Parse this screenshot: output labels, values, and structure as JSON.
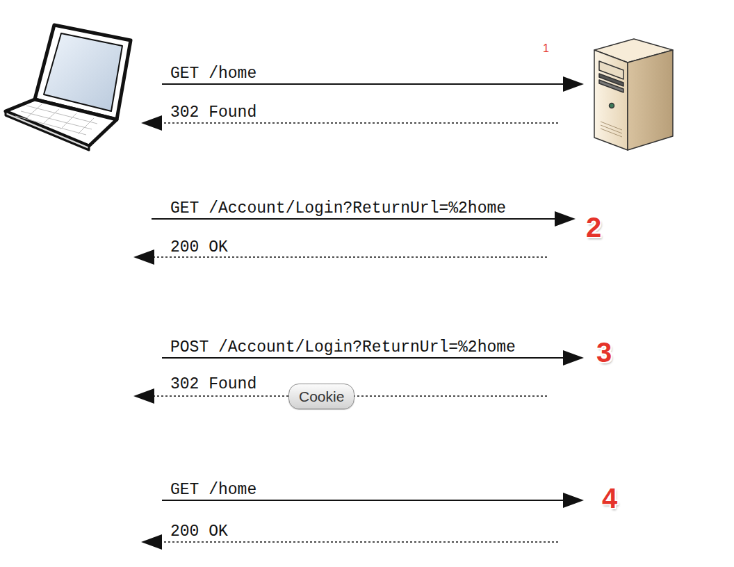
{
  "diagram": {
    "nodes": [
      {
        "text": [
          "Cookie"
        ]
      }
    ],
    "labels": [
      "1",
      "GET /home",
      "302 Found",
      "GET /Account/Login?ReturnUrl=%2home",
      "2",
      "200 OK",
      "POST /Account/Login?ReturnUrl=%2home",
      "3",
      "302 Found",
      "GET /home",
      "4",
      "200 OK"
    ]
  }
}
